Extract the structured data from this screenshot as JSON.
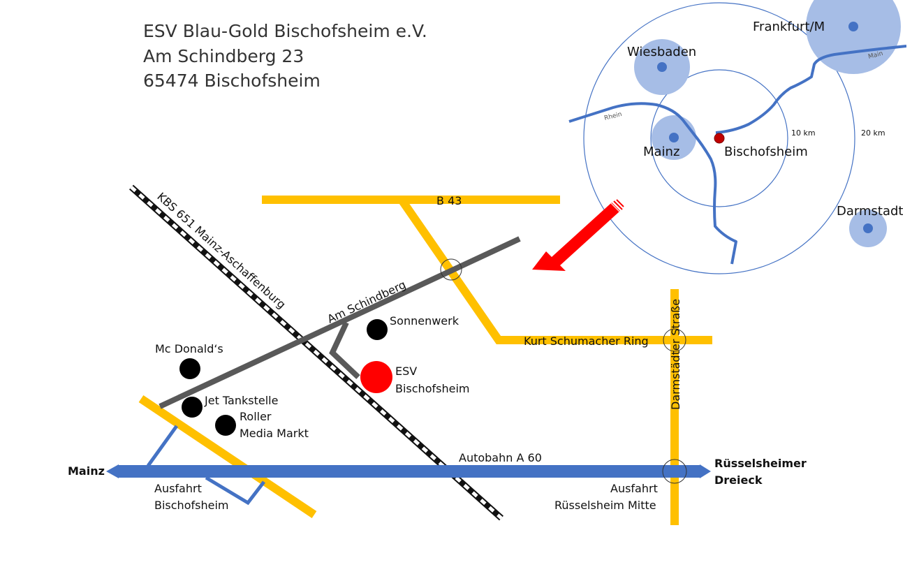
{
  "address": {
    "line1": "ESV Blau-Gold Bischofsheim e.V.",
    "line2": "Am Schindberg 23",
    "line3": "65474 Bischofsheim"
  },
  "overview": {
    "ring_10": "10 km",
    "ring_20": "20 km",
    "river_rhein": "Rhein",
    "river_main": "Main",
    "cities": {
      "frankfurt": "Frankfurt/M",
      "wiesbaden": "Wiesbaden",
      "mainz": "Mainz",
      "bischofsheim": "Bischofsheim",
      "darmstadt": "Darmstadt"
    },
    "colors": {
      "city": "#4472c4",
      "city_area": "#a6bde6",
      "target": "#c00000",
      "river": "#4472c4"
    }
  },
  "streets": {
    "b43": "B 43",
    "rail": "KBS 651 Mainz-Aschaffenburg",
    "am_schindberg": "Am Schindberg",
    "kurt_schumacher": "Kurt Schumacher Ring",
    "darmstaedter": "Darmstädter Straße",
    "autobahn": "Autobahn A 60"
  },
  "places": {
    "sonnenwerk": "Sonnenwerk",
    "esv_line1": "ESV",
    "esv_line2": "Bischofsheim",
    "mcdonalds": "Mc Donald‘s",
    "jet": "Jet Tankstelle",
    "roller": "Roller",
    "mediamarkt": "Media Markt"
  },
  "exits": {
    "west_direction": "Mainz",
    "east_line1": "Rüsselsheimer",
    "east_line2": "Dreieck",
    "bischofsheim_line1": "Ausfahrt",
    "bischofsheim_line2": "Bischofsheim",
    "ruesselsheim_line1": "Ausfahrt",
    "ruesselsheim_line2": "Rüsselsheim Mitte"
  },
  "colors": {
    "yellow_road": "#ffc000",
    "gray_road": "#595959",
    "autobahn": "#4472c4",
    "esv": "#ff0000",
    "poi": "#000000",
    "arrow": "#ff0000"
  }
}
